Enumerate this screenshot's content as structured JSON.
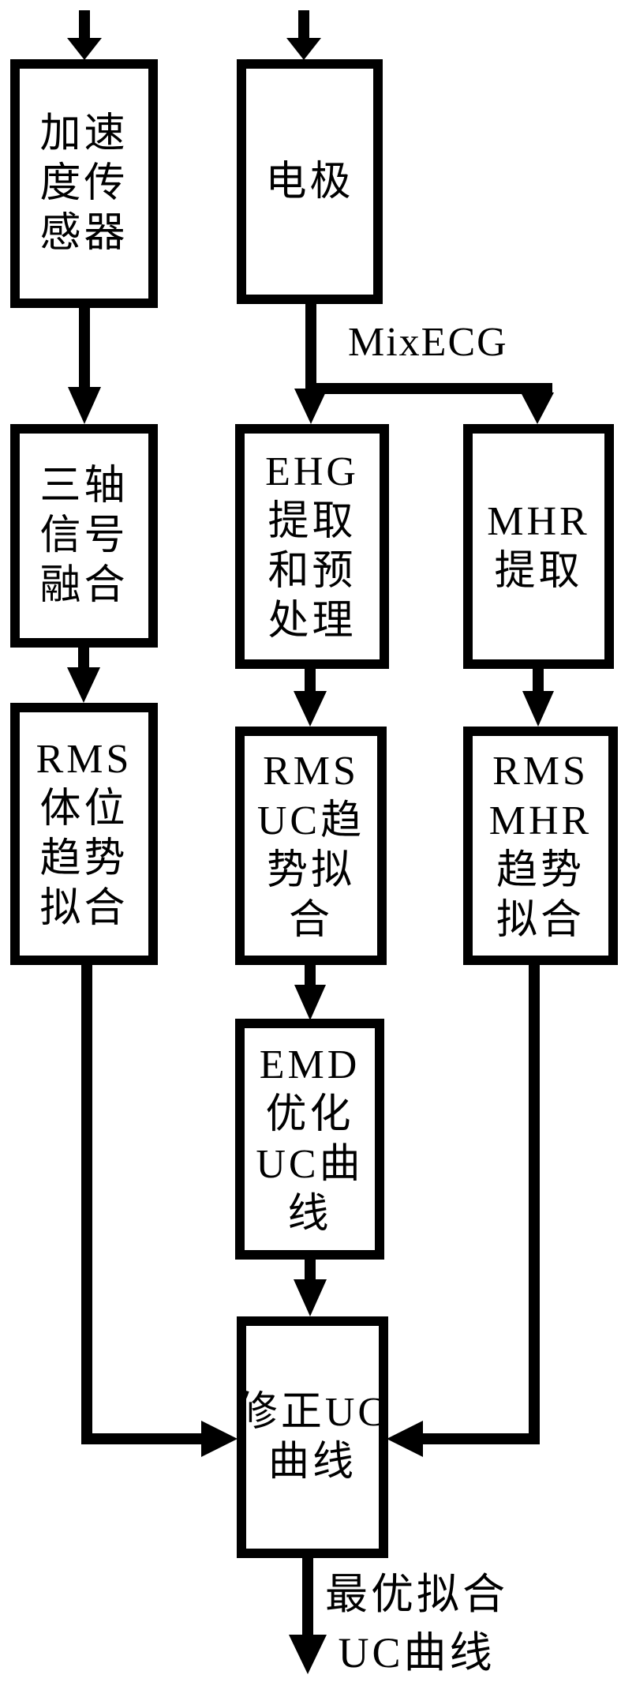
{
  "figure": {
    "background_color": "#ffffff",
    "line_color": "#000000",
    "nodes": {
      "accelerometer": {
        "full_text": "加速度传感器",
        "lines": [
          "加速",
          "度传",
          "感器"
        ]
      },
      "electrode": {
        "full_text": "电极",
        "lines": [
          "电极"
        ]
      },
      "triaxial_fusion": {
        "full_text": "三轴信号融合",
        "lines": [
          "三轴",
          "信号",
          "融合"
        ]
      },
      "ehg_extraction": {
        "full_text": "EHG提取和预处理",
        "lines": [
          "EHG",
          "提取",
          "和预",
          "处理"
        ]
      },
      "mhr_extraction": {
        "full_text": "MHR提取",
        "lines": [
          "MHR",
          "提取"
        ]
      },
      "rms_posture": {
        "full_text": "RMS体位趋势拟合",
        "lines": [
          "RMS",
          "体位",
          "趋势",
          "拟合"
        ]
      },
      "rms_uc": {
        "full_text": "RMSUC趋势拟合",
        "lines": [
          "RMS",
          "UC趋",
          "势拟",
          "合"
        ]
      },
      "rms_mhr": {
        "full_text": "RMSMHR趋势拟合",
        "lines": [
          "RMS",
          "MHR",
          "趋势",
          "拟合"
        ]
      },
      "emd_uc": {
        "full_text": "EMD优化UC曲线",
        "lines": [
          "EMD",
          "优化",
          "UC曲",
          "线"
        ]
      },
      "correct_uc": {
        "full_text": "修正UC曲线",
        "lines": [
          "修正UC",
          "曲线"
        ]
      }
    },
    "edge_labels": {
      "mixecg": "MixECG"
    },
    "output_label": {
      "full_text": "最优拟合UC曲线",
      "line1": "最优拟合",
      "line2": "UC曲线"
    }
  }
}
